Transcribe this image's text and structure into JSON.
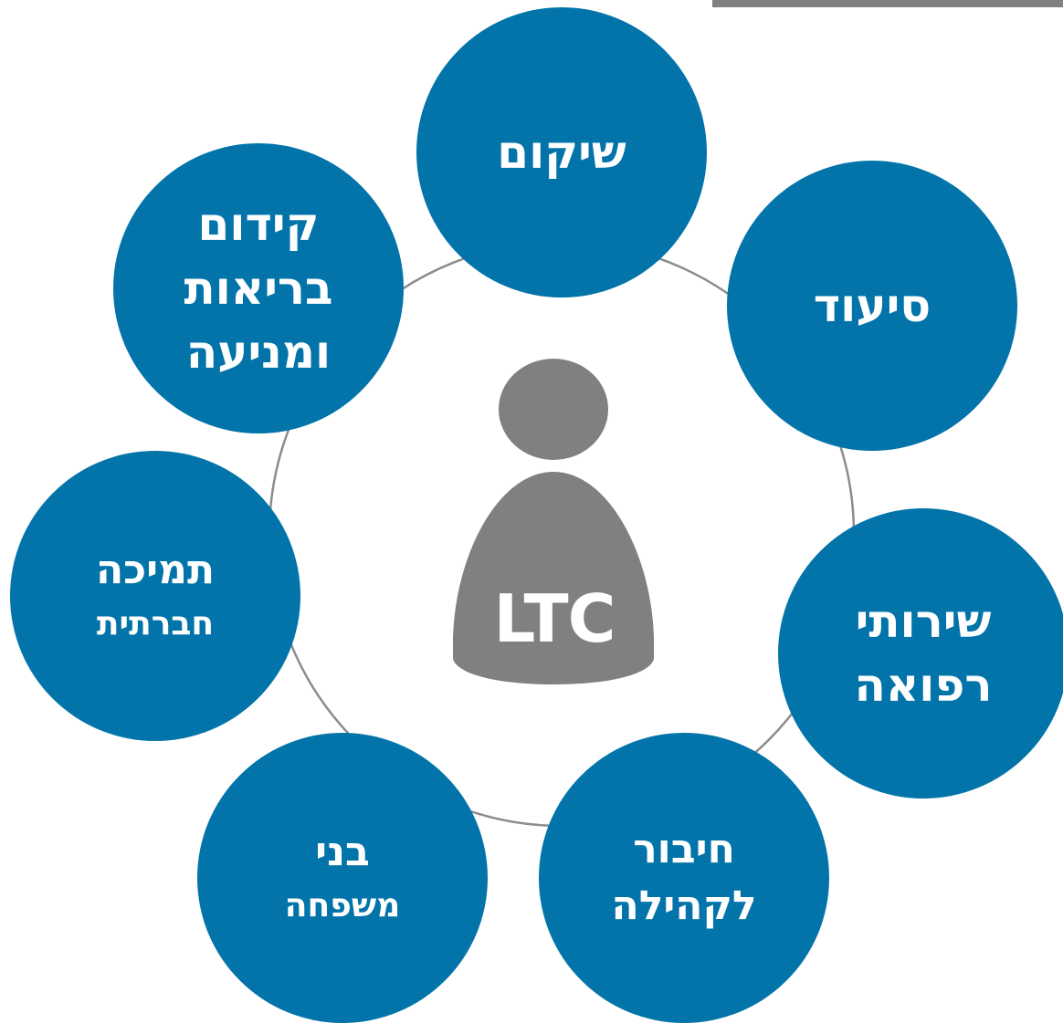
{
  "diagram": {
    "center_label": "LTC",
    "nodes": {
      "shikum": {
        "lines": [
          "שיקום"
        ]
      },
      "siud": {
        "lines": [
          "סיעוד"
        ]
      },
      "refua": {
        "lines": [
          "שירותי",
          "רפואה"
        ]
      },
      "kehila": {
        "lines": [
          "חיבור",
          "לקהילה"
        ]
      },
      "mishpacha": {
        "lines": [
          "בני",
          "משפחה"
        ]
      },
      "tmicha": {
        "lines": [
          "תמיכה",
          "חברתית"
        ]
      },
      "kidum": {
        "lines": [
          "קידום",
          "בריאות",
          "ומניעה"
        ]
      }
    }
  },
  "colors": {
    "node_fill": "#0274a9",
    "person_fill": "#808080",
    "ring_stroke": "#8c8c8c",
    "text": "#ffffff"
  }
}
